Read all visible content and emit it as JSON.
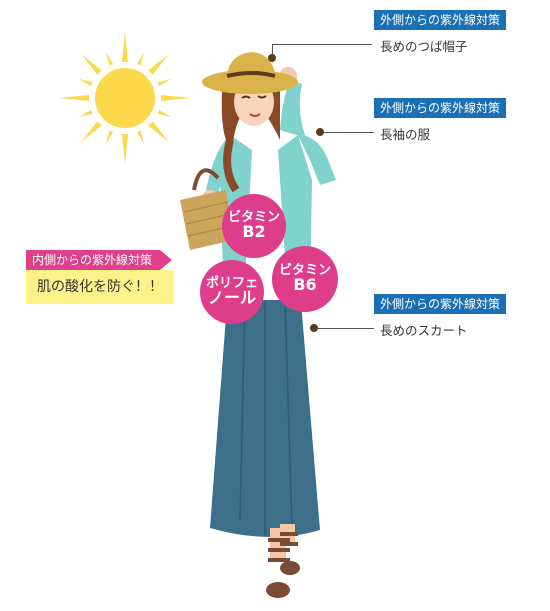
{
  "outer_tags": [
    {
      "tag": "外側からの紫外線対策",
      "label": "長めのつば帽子"
    },
    {
      "tag": "外側からの紫外線対策",
      "label": "長袖の服"
    },
    {
      "tag": "外側からの紫外線対策",
      "label": "長めのスカート"
    }
  ],
  "inner": {
    "tag": "内側からの紫外線対策",
    "text": "肌の酸化を防ぐ！！"
  },
  "nutrients": [
    {
      "line1": "ビタミン",
      "line2": "B2"
    },
    {
      "line1": "ポリフェ",
      "line2": "ノール"
    },
    {
      "line1": "ビタミン",
      "line2": "B6"
    }
  ],
  "colors": {
    "tag_blue": "#1a6fb5",
    "tag_pink": "#e0408a",
    "nutrient_circle": "#dd3d8a",
    "highlight_yellow": "#fdf28a",
    "sun": "#fbd94a"
  },
  "icons": [
    "sun-icon",
    "woman-illustration"
  ]
}
